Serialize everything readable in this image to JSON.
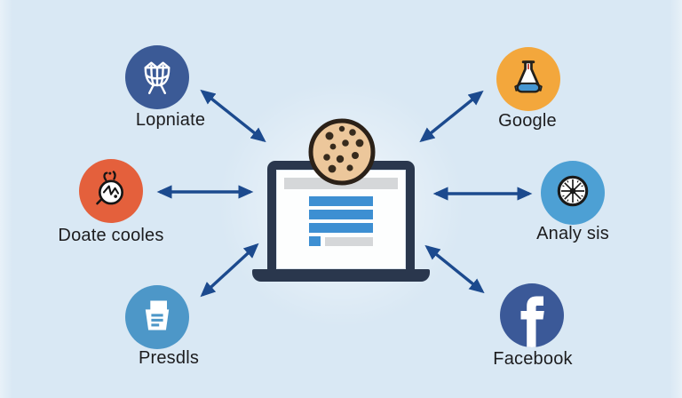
{
  "diagram": {
    "subject": "website cookie data sharing diagram",
    "center": {
      "device": "laptop-icon",
      "topper": "cookie-icon"
    }
  },
  "nodes": [
    {
      "label": "Lopniate",
      "icon": "grill-globe-icon",
      "color": "#3b5a96",
      "position": "top-left"
    },
    {
      "label": "Doate cooles",
      "icon": "cookie-doodle-icon",
      "color": "#e4603c",
      "position": "middle-left"
    },
    {
      "label": "Presdls",
      "icon": "document-tray-icon",
      "color": "#4d97c8",
      "position": "bottom-left"
    },
    {
      "label": "Google",
      "icon": "flask-icon",
      "color": "#f3a73c",
      "position": "top-right"
    },
    {
      "label": "Analy sis",
      "icon": "gauge-wheel-icon",
      "color": "#4da0d4",
      "position": "middle-right"
    },
    {
      "label": "Facebook",
      "icon": "facebook-f-icon",
      "color": "#3b5998",
      "position": "bottom-right"
    }
  ],
  "colors": {
    "background": "#d9e8f4",
    "arrow": "#1c4a8e",
    "label_text": "#1c1c1e",
    "laptop_frame": "#2a374d",
    "screen_background": "#fdfefe",
    "page_header_gray": "#d5d7d9",
    "page_bar_blue": "#3d8fd2",
    "cookie_body": "#ecc79b",
    "cookie_outline": "#2b2118",
    "cookie_chip": "#372b1d"
  }
}
